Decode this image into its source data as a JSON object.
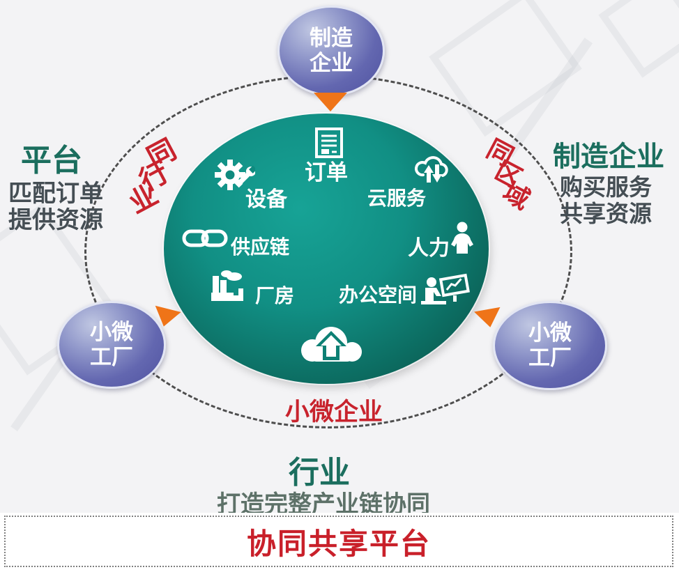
{
  "colors": {
    "core_teal": "#118f84",
    "core_teal_dark": "#084a40",
    "node_purple": "#5f63ad",
    "arrow_orange": "#ef7418",
    "ring_red": "#c8232d",
    "heading_green": "#1b6e5e",
    "body_gray": "#454e54",
    "banner_red": "#c9202a"
  },
  "nodes": {
    "top": {
      "line1": "制造",
      "line2": "企业"
    },
    "left": {
      "line1": "小微",
      "line2": "工厂"
    },
    "right": {
      "line1": "小微",
      "line2": "工厂"
    }
  },
  "ring": {
    "same_industry": {
      "text": "同行业",
      "chars": [
        "同",
        "行",
        "业"
      ]
    },
    "same_region": {
      "text": "同区域",
      "chars": [
        "同",
        "区",
        "域"
      ]
    },
    "bottom_label": "小微企业"
  },
  "center": {
    "items": [
      {
        "label": "订单",
        "icon": "order-document-icon"
      },
      {
        "label": "设备",
        "icon": "gear-wrench-icon"
      },
      {
        "label": "云服务",
        "icon": "cloud-sync-icon"
      },
      {
        "label": "供应链",
        "icon": "chain-link-icon"
      },
      {
        "label": "人力",
        "icon": "person-icon"
      },
      {
        "label": "厂房",
        "icon": "factory-icon"
      },
      {
        "label": "办公空间",
        "icon": "workstation-icon"
      }
    ],
    "bottom_icon": "cloud-upload-icon"
  },
  "annotations": {
    "left": {
      "title": "平台",
      "lines": [
        "匹配订单",
        "提供资源"
      ]
    },
    "right": {
      "title": "制造企业",
      "lines": [
        "购买服务",
        "共享资源"
      ]
    },
    "bottom": {
      "title": "行业",
      "subtitle": "打造完整产业链协同"
    }
  },
  "banner": {
    "text": "协同共享平台"
  }
}
